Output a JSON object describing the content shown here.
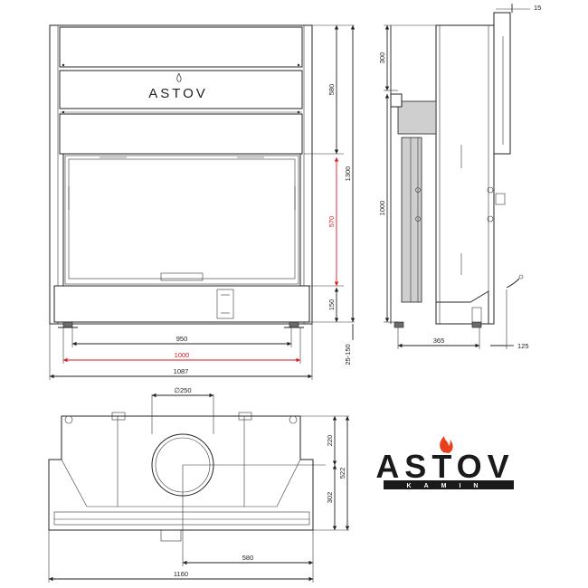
{
  "front_view": {
    "brand": "ASTOV",
    "dims": {
      "width_inner": "950",
      "width_red": "1000",
      "width_total": "1087",
      "height_top": "580",
      "height_glass": "570",
      "height_bottom": "150",
      "height_total": "1300",
      "feet": "25-150"
    }
  },
  "side_view": {
    "dims": {
      "top_offset": "15",
      "top_section": "300",
      "mid_section": "1000",
      "depth": "365",
      "rear": "125"
    }
  },
  "top_view": {
    "dims": {
      "flue_diameter": "∅250",
      "front_depth": "220",
      "total_depth": "522",
      "back_depth": "302",
      "center_offset": "580",
      "total_width": "1160"
    }
  },
  "logo": {
    "wordmark": "ASTOV",
    "tagline": "KAMIN",
    "flame_color": "#e8401c",
    "accent_color": "#e0141e"
  }
}
